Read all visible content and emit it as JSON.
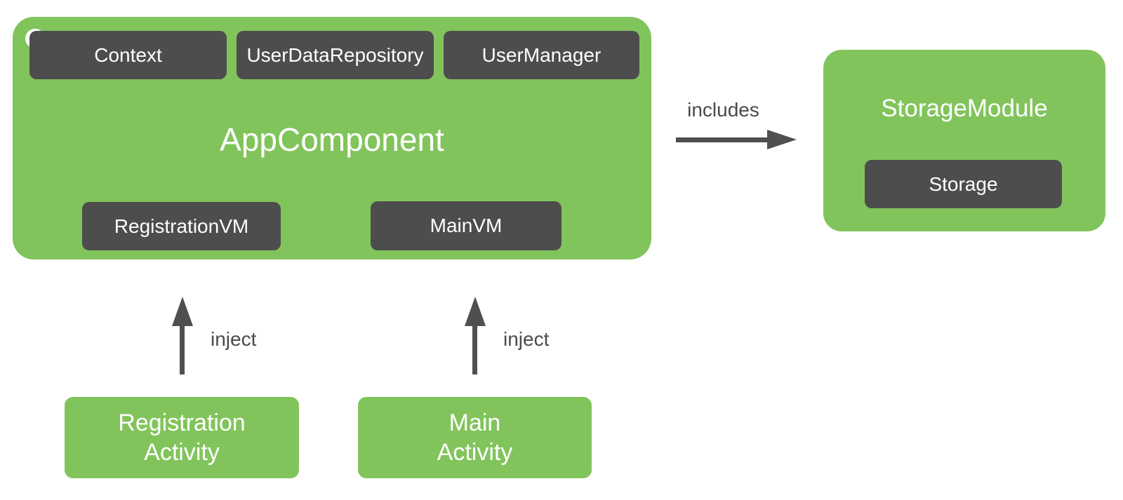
{
  "diagram": {
    "app_component": {
      "title": "AppComponent",
      "provided": [
        {
          "label": "Context"
        },
        {
          "label": "UserDataRepository"
        },
        {
          "label": "UserManager"
        }
      ],
      "view_models": [
        {
          "label": "RegistrationVM"
        },
        {
          "label": "MainVM"
        }
      ]
    },
    "storage_module": {
      "title": "StorageModule",
      "provided": [
        {
          "label": "Storage"
        }
      ]
    },
    "edges": {
      "includes": {
        "label": "includes"
      },
      "inject_registration": {
        "label": "inject"
      },
      "inject_main": {
        "label": "inject"
      }
    },
    "activities": [
      {
        "label": "Registration\nActivity"
      },
      {
        "label": "Main\nActivity"
      }
    ]
  },
  "colors": {
    "green": "#82C45C",
    "dark": "#4D4D4D",
    "arrow": "#4F4F4F",
    "edge_label": "#4A4A4A",
    "text_on_fill": "#FFFFFF",
    "background": "#FFFFFF"
  }
}
